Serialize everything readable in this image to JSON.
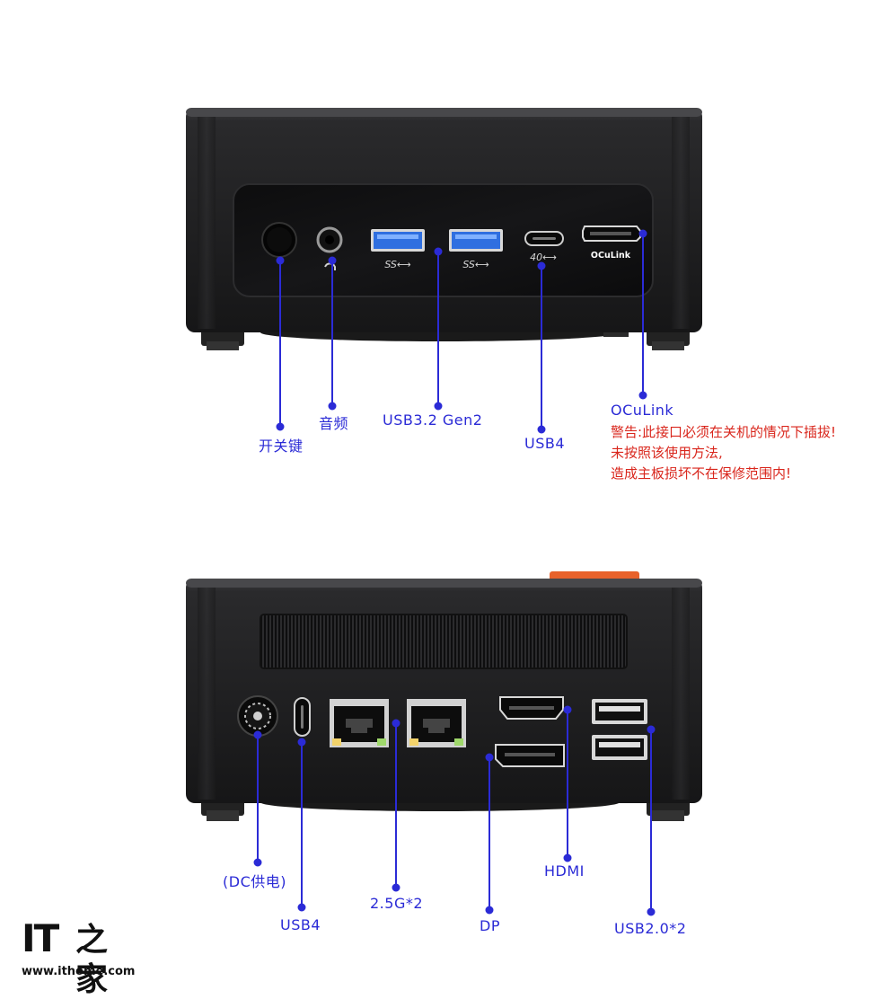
{
  "front_labels": {
    "power": "开关键",
    "audio": "音频",
    "usb32": "USB3.2 Gen2",
    "usb4": "USB4",
    "oculink": "OCuLink"
  },
  "warning": {
    "line1": "警告:此接口必须在关机的情况下插拔!",
    "line2": "未按照该使用方法,",
    "line3": "造成主板损坏不在保修范围内!"
  },
  "port_marks": {
    "front_oculink": "OCuLink",
    "front_usb4_speed": "40",
    "front_usb_ss": "SS"
  },
  "rear_labels": {
    "dc": "(DC供电)",
    "usb4": "USB4",
    "lan": "2.5G*2",
    "dp": "DP",
    "hdmi": "HDMI",
    "usb20": "USB2.0*2"
  },
  "logo": {
    "brand": "IT",
    "brand_cn": "之家",
    "url": "www.ithome.com"
  },
  "colors": {
    "label": "#2b2bd6",
    "warning": "#d9261c",
    "device_body": "#1c1c1e",
    "usb3_port": "#2f6fe0",
    "accent_orange": "#e8622b"
  }
}
